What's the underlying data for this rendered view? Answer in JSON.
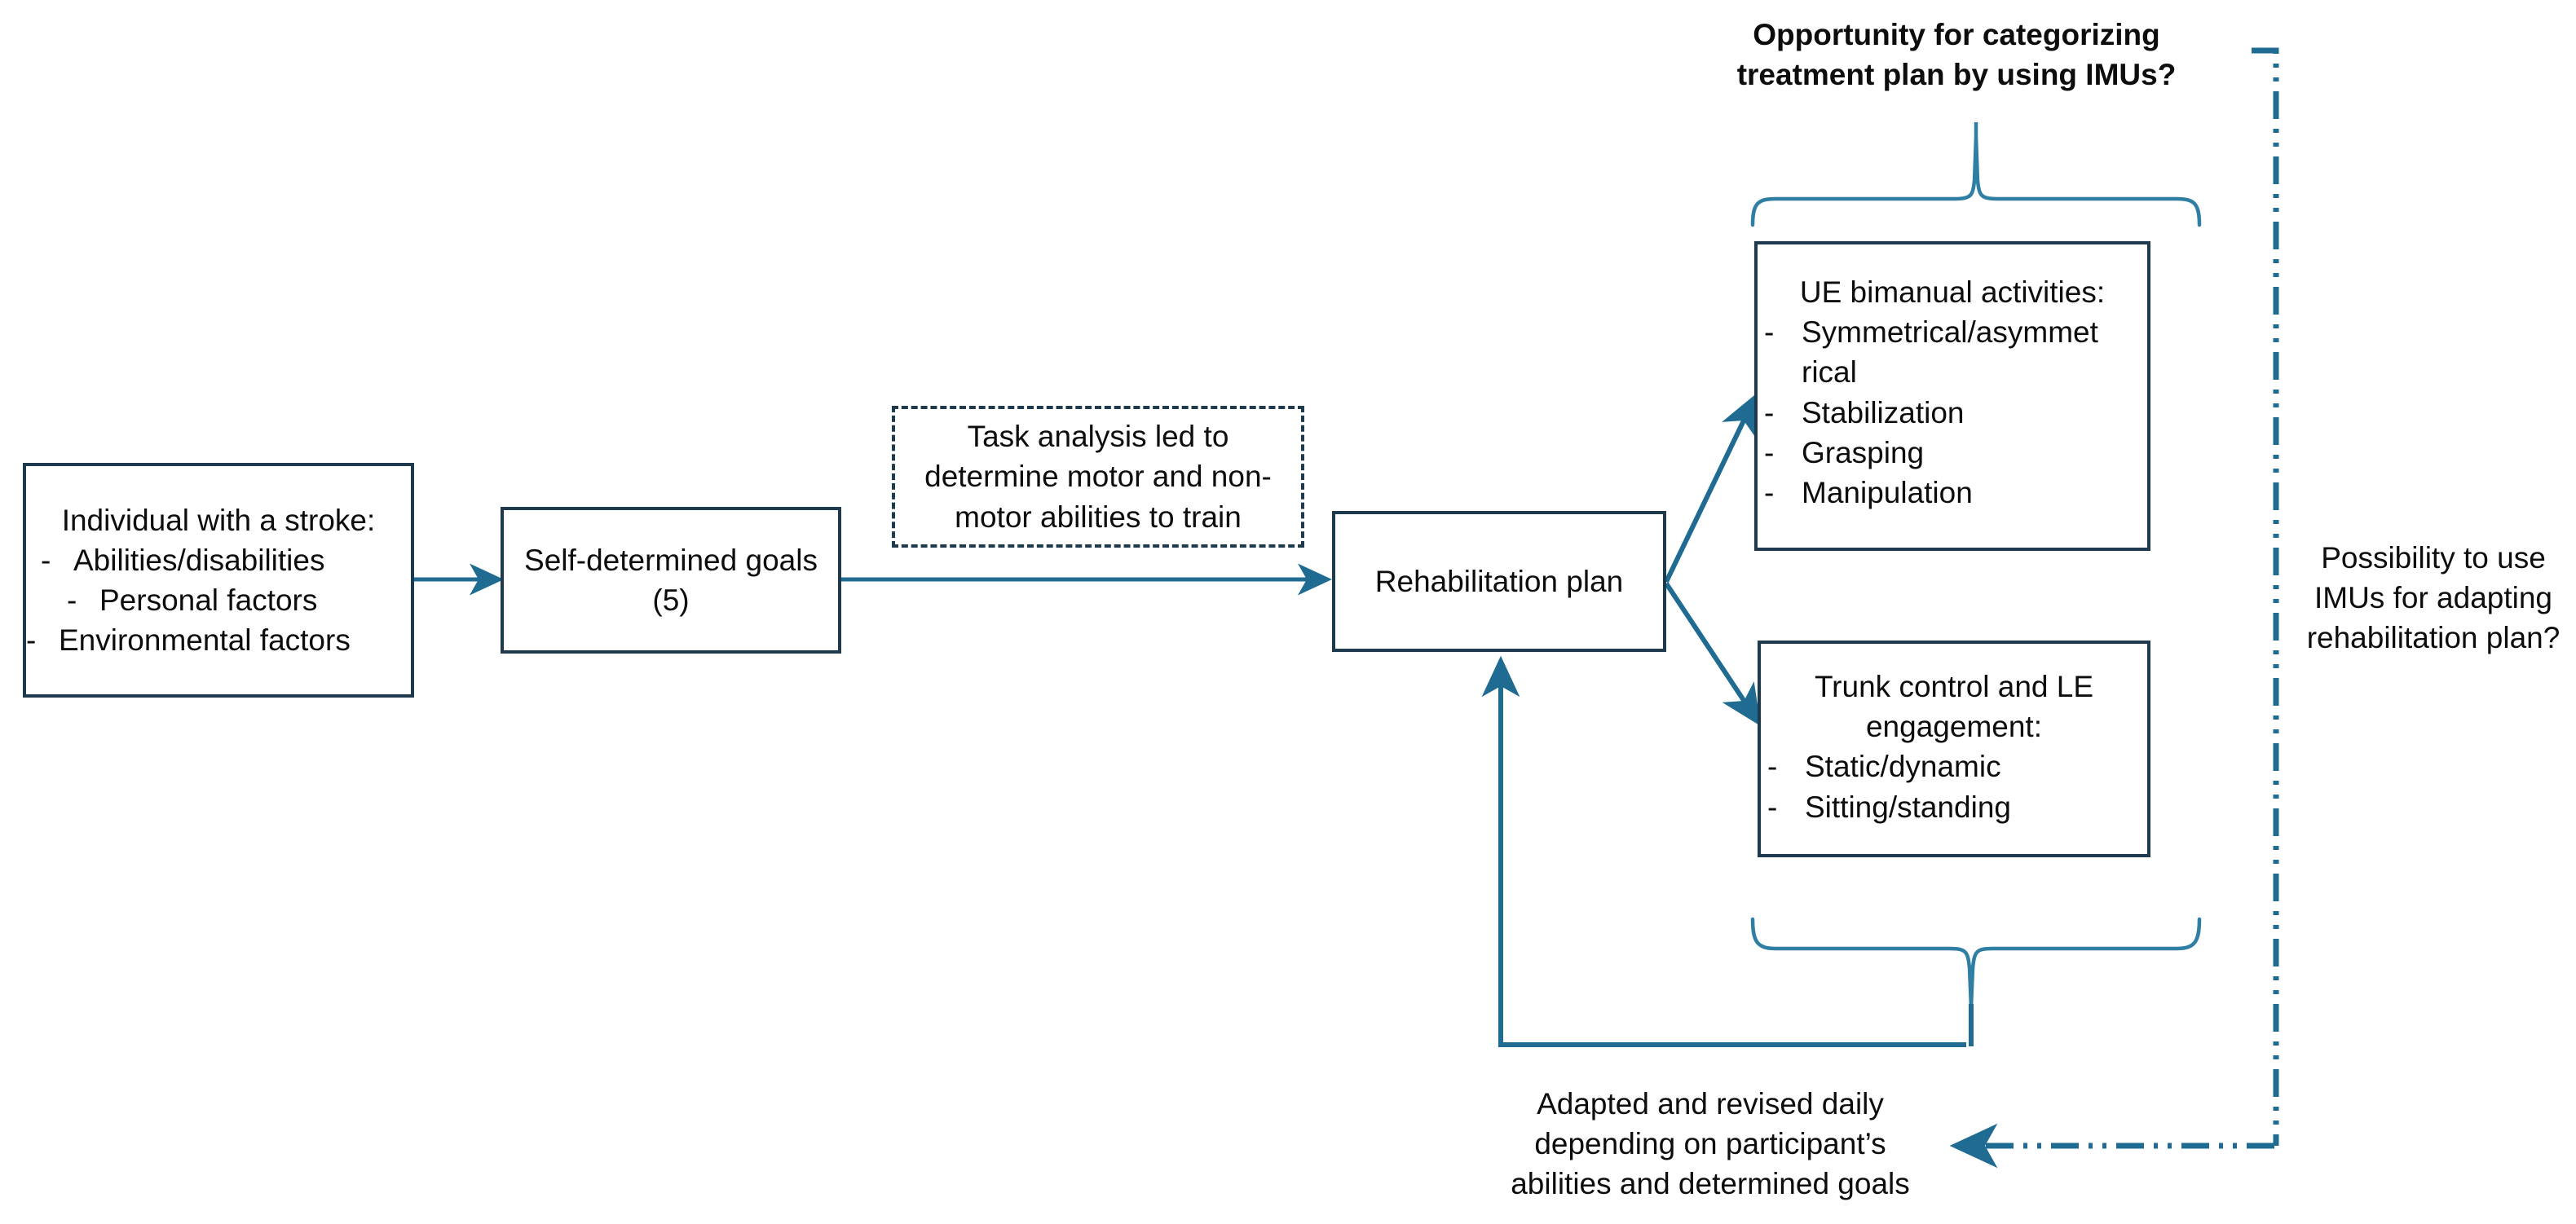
{
  "colors": {
    "box_border": "#1f3a4d",
    "connector": "#1f6b91",
    "brace": "#2e7fa3",
    "text": "#0d0d0d",
    "background": "#ffffff"
  },
  "headings": {
    "opportunity_question": "Opportunity for categorizing\ntreatment plan by using IMUs?",
    "possibility_question": "Possibility to use\nIMUs for adapting\nrehabilitation plan?",
    "feedback_caption": "Adapted and revised daily\ndepending on participant’s\nabilities and determined goals"
  },
  "nodes": {
    "individual": {
      "title": "Individual with a stroke:",
      "bullets": [
        {
          "marker": "-",
          "text": "Abilities/disabilities"
        },
        {
          "marker": "-",
          "text": "Personal factors"
        },
        {
          "marker": "-",
          "text": "Environmental factors"
        }
      ]
    },
    "goals": {
      "title": "Self-determined goals\n(5)"
    },
    "task_analysis": {
      "title": "Task analysis led to\ndetermine motor and non-\nmotor abilities to train",
      "style": "dashed"
    },
    "rehab_plan": {
      "title": "Rehabilitation plan"
    },
    "ue_bimanual": {
      "title": "UE bimanual activities:",
      "bullets": [
        {
          "marker": "-",
          "text": "Symmetrical/asymmet rical"
        },
        {
          "marker": "-",
          "text": "Stabilization"
        },
        {
          "marker": "-",
          "text": "Grasping"
        },
        {
          "marker": "-",
          "text": "Manipulation"
        }
      ]
    },
    "trunk_le": {
      "title": "Trunk control and LE\nengagement:",
      "bullets": [
        {
          "marker": "-",
          "text": "Static/dynamic"
        },
        {
          "marker": "-",
          "text": "Sitting/standing"
        }
      ]
    }
  }
}
